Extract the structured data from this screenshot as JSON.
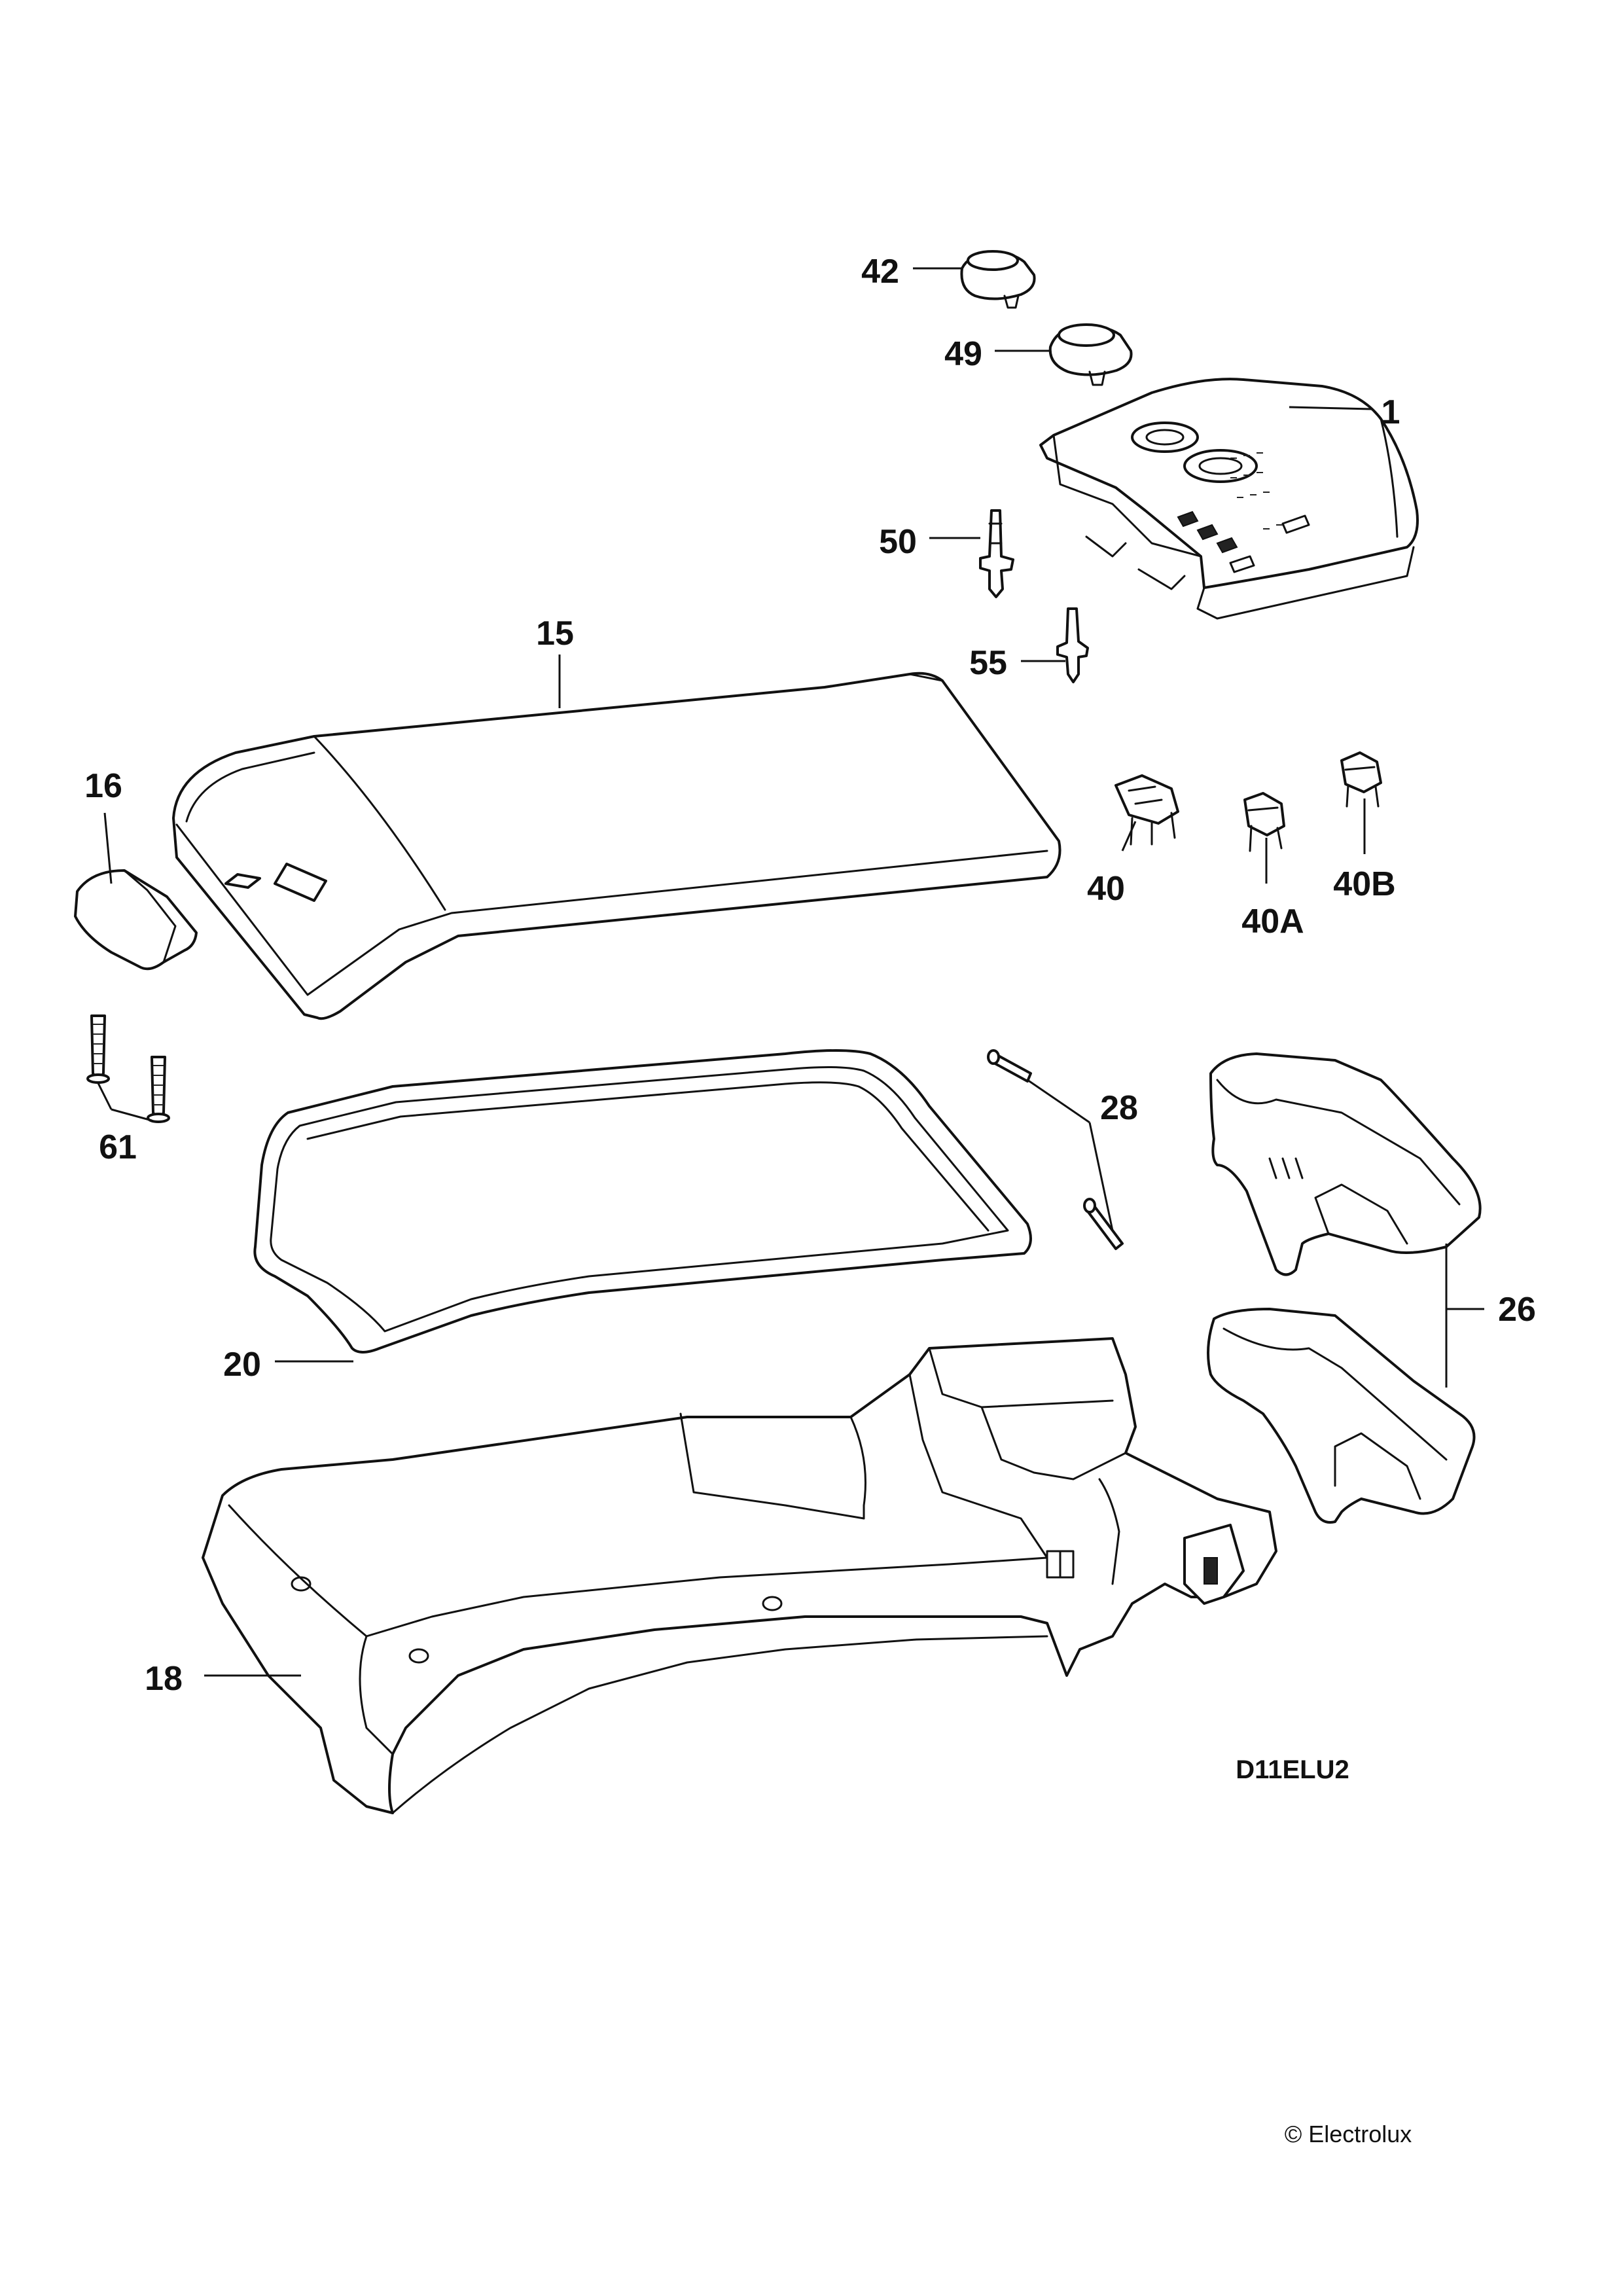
{
  "callouts": {
    "p42": "42",
    "p49": "49",
    "p1": "1",
    "p50": "50",
    "p55": "55",
    "p15": "15",
    "p16": "16",
    "p40": "40",
    "p40a": "40A",
    "p40b": "40B",
    "p61": "61",
    "p28": "28",
    "p26": "26",
    "p20": "20",
    "p18": "18"
  },
  "drawing_code": "D11ELU2",
  "copyright": "© Electrolux",
  "colors": {
    "line": "#111111",
    "background": "#ffffff"
  }
}
